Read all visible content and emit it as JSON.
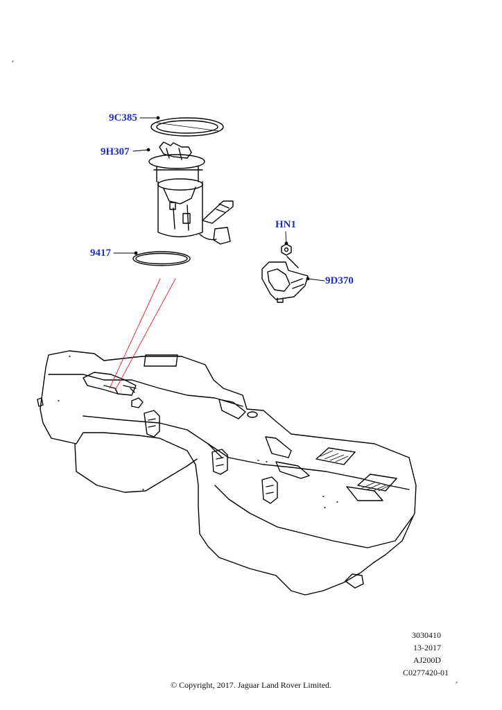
{
  "callouts": {
    "gasket": "9C385",
    "pump_module": "9H307",
    "seal_ring": "9417",
    "nut": "HN1",
    "control_module": "9D370"
  },
  "meta": {
    "code": "3030410",
    "date": "13-2017",
    "model": "AJ200D",
    "ref": "C0277420-01"
  },
  "copyright": "© Copyright, 2017. Jaguar Land Rover Limited.",
  "colors": {
    "callout": "#1f2fbf",
    "line": "#000000",
    "guide": "#e02020"
  }
}
